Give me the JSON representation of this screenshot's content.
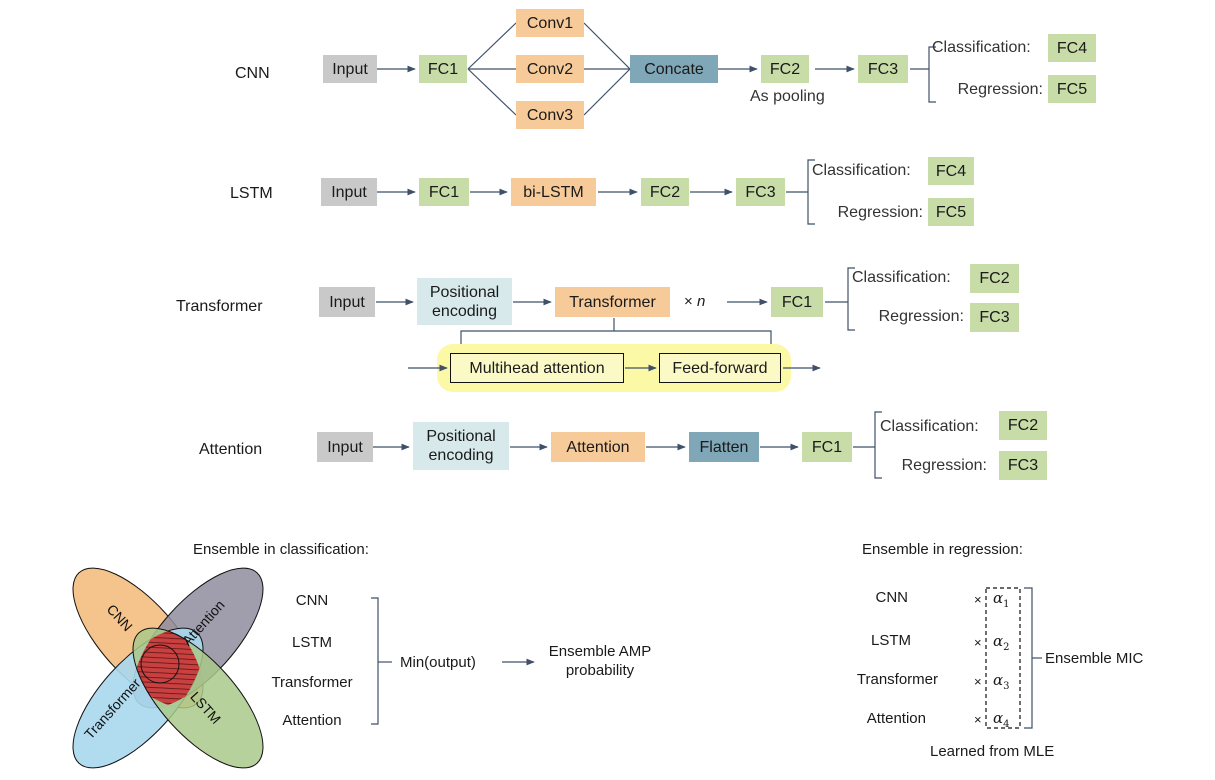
{
  "colors": {
    "input": "#c9c9c9",
    "fc": "#c8dca8",
    "conv": "#f7cb99",
    "concate": "#7fa7b7",
    "positional": "#d7e9ea",
    "highlight": "#fbf8a6",
    "arrow": "#3f5068",
    "venn_cnn": "#f5c48c",
    "venn_attention": "#8f8c9e",
    "venn_transformer": "#a8d8ee",
    "venn_lstm": "#a9c98a",
    "venn_overlap": "#c94040"
  },
  "cnn": {
    "row_label": "CNN",
    "input": "Input",
    "fc1": "FC1",
    "conv1": "Conv1",
    "conv2": "Conv2",
    "conv3": "Conv3",
    "concate": "Concate",
    "fc2": "FC2",
    "pooling_note": "As pooling",
    "fc3": "FC3",
    "cls_label": "Classification:",
    "cls_box": "FC4",
    "reg_label": "Regression:",
    "reg_box": "FC5"
  },
  "lstm": {
    "row_label": "LSTM",
    "input": "Input",
    "fc1": "FC1",
    "bilstm": "bi-LSTM",
    "fc2": "FC2",
    "fc3": "FC3",
    "cls_label": "Classification:",
    "cls_box": "FC4",
    "reg_label": "Regression:",
    "reg_box": "FC5"
  },
  "transformer": {
    "row_label": "Transformer",
    "input": "Input",
    "positional_line1": "Positional",
    "positional_line2": "encoding",
    "transformer": "Transformer",
    "repeat_times": "×",
    "repeat_n": "n",
    "fc1": "FC1",
    "cls_label": "Classification:",
    "cls_box": "FC2",
    "reg_label": "Regression:",
    "reg_box": "FC3",
    "multihead": "Multihead attention",
    "feedforward": "Feed-forward"
  },
  "attention": {
    "row_label": "Attention",
    "input": "Input",
    "positional_line1": "Positional",
    "positional_line2": "encoding",
    "attention": "Attention",
    "flatten": "Flatten",
    "fc1": "FC1",
    "cls_label": "Classification:",
    "cls_box": "FC2",
    "reg_label": "Regression:",
    "reg_box": "FC3"
  },
  "ensemble_cls": {
    "title": "Ensemble in classification:",
    "venn_labels": [
      "CNN",
      "Attention",
      "Transformer",
      "LSTM"
    ],
    "models": [
      "CNN",
      "LSTM",
      "Transformer",
      "Attention"
    ],
    "op": "Min(output)",
    "result_line1": "Ensemble AMP",
    "result_line2": "probability"
  },
  "ensemble_reg": {
    "title": "Ensemble in regression:",
    "models": [
      "CNN",
      "LSTM",
      "Transformer",
      "Attention"
    ],
    "times": "×",
    "alpha": "α",
    "alpha_subs": [
      "1",
      "2",
      "3",
      "4"
    ],
    "result": "Ensemble MIC",
    "footnote": "Learned from MLE"
  }
}
